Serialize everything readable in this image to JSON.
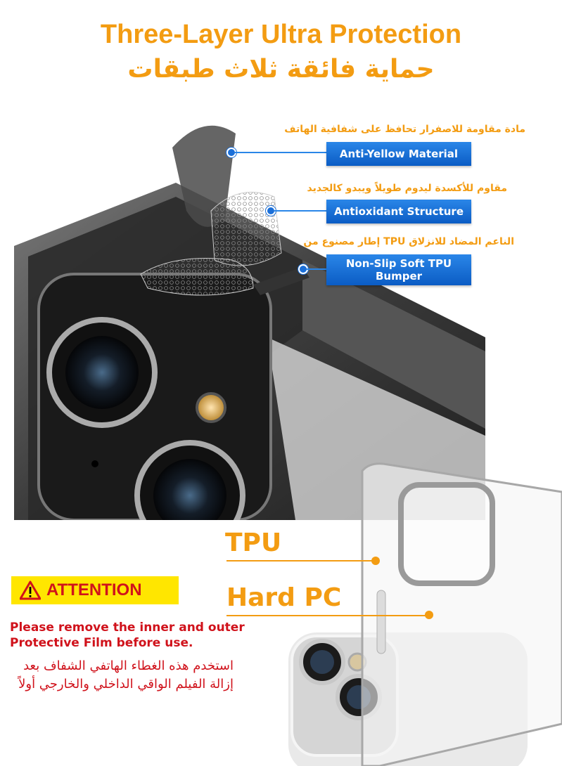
{
  "header": {
    "title_en": "Three-Layer Ultra Protection",
    "title_ar": "حماية فائقة ثلاث طبقات"
  },
  "layers": [
    {
      "caption_ar": "مادة مقاومة للاصفرار تحافظ على شفافية الهاتف",
      "label": "Anti-Yellow Material"
    },
    {
      "caption_ar": "مقاوم للأكسدة ليدوم طويلاً ويبدو كالجديد",
      "label": "Antioxidant Structure"
    },
    {
      "caption_ar": "الناعم المضاد للانزلاق TPU إطار مصنوع من",
      "label_line1": "Non-Slip Soft TPU",
      "label_line2": "Bumper"
    }
  ],
  "materials": {
    "tpu": "TPU",
    "hard_pc": "Hard PC"
  },
  "attention": {
    "heading": "ATTENTION",
    "message_en": "Please remove the inner and outer Protective Film before use.",
    "message_ar": "استخدم هذه الغطاء الهاتفي الشفاف بعد إزالة الفيلم الواقي الداخلي والخارجي أولاً"
  },
  "colors": {
    "accent": "#f39c12",
    "label_blue": "#1b6fd8",
    "warning_red": "#d0121b",
    "warning_yellow": "#ffe600"
  },
  "icons": {
    "warning": "warning-triangle-icon"
  }
}
